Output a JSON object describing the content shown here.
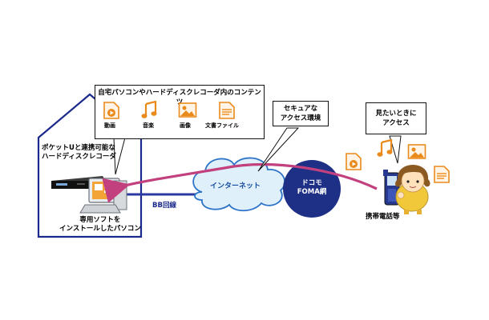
{
  "home": {
    "pocket_hdd_line1": "ポケットUと連携可能な",
    "pocket_hdd_line2": "ハードディスクレコーダ",
    "pc_line1": "専用ソフトを",
    "pc_line2": "インストールしたパソコン"
  },
  "contents_callout": {
    "title": "自宅パソコンやハードディスクレコーダ内のコンテンツ",
    "items": [
      {
        "icon": "video-file-icon",
        "label": "動画"
      },
      {
        "icon": "music-note-icon",
        "label": "音楽"
      },
      {
        "icon": "image-file-icon",
        "label": "画像"
      },
      {
        "icon": "document-file-icon",
        "label": "文書ファイル"
      }
    ]
  },
  "secure_callout": {
    "line1": "セキュアな",
    "line2": "アクセス環境"
  },
  "access_callout": {
    "line1": "見たいときに",
    "line2": "アクセス"
  },
  "network": {
    "bb_line": "BB回線",
    "internet": "インターネット",
    "foma_line1": "ドコモ",
    "foma_line2": "FOMA網"
  },
  "mobile": {
    "label": "携帯電話等"
  },
  "colors": {
    "house_outline": "#1b2a8a",
    "bb_line": "#2a3aa0",
    "cloud_fill": "#dff0fb",
    "cloud_stroke": "#2e74c8",
    "foma_fill": "#1e2f86",
    "arrow": "#c2407e",
    "icon_orange": "#e98a1b"
  }
}
